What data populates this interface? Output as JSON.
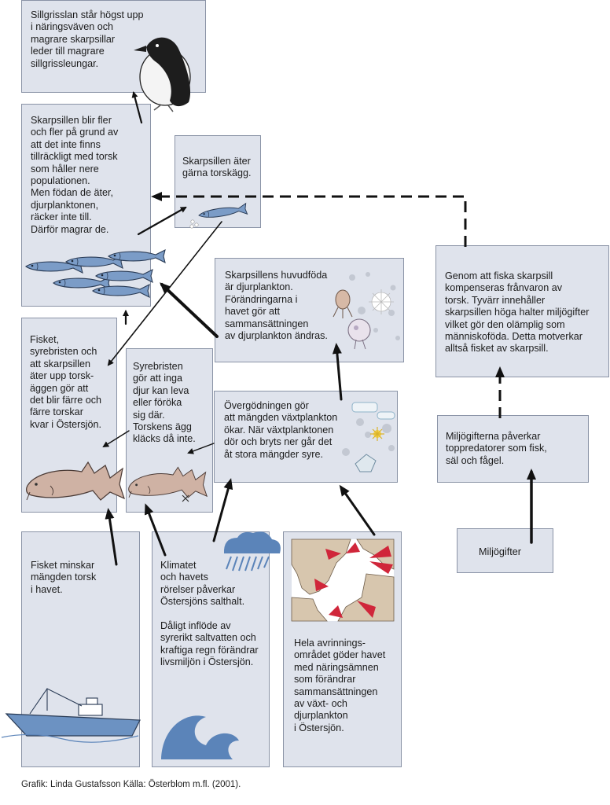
{
  "boxes": {
    "sillgrissla": "Sillgrisslan står högst upp\ni näringsväven och\nmagrare skarpsillar\nleder till magrare\nsillgrissleungar.",
    "skarpsill_fler": "Skarpsillen blir fler\noch fler på grund av\natt det inte finns\ntillräckligt med torsk\nsom håller nere\npopulationen.\nMen födan de äter,\ndjurplanktonen,\nräcker inte till.\nDärför magrar de.",
    "torskagg": "Skarpsillen äter\ngärna torskägg.",
    "huvudfoda": "Skarpsillens huvudföda\när djurplankton.\nFörändringarna i\nhavet gör att\nsammansättningen\nav djurplankton ändras.",
    "fisket_syrebrist": "Fisket,\nsyrebristen och\natt skarpsillen\näter upp torsk-\näggen gör att\ndet blir färre och\nfärre torskar\nkvar i Östersjön.",
    "syrebristen": "Syrebristen\ngör att inga\ndjur kan leva\neller föröka\nsig där.\nTorskens ägg\nkläcks då inte.",
    "overgodningen": "Övergödningen gör\natt mängden växtplankton\nökar. När växtplanktonen\ndör och bryts ner går det\nåt stora mängder syre.",
    "genom_att_fiska": "Genom att fiska skarpsill\nkompenseras frånvaron av\ntorsk. Tyvärr innehåller\nskarpsillen höga halter miljögifter\nvilket gör den olämplig som\nmänniskoföda. Detta motverkar\nalltså fisket av skarpsill.",
    "miljogifterna": "Miljögifterna påverkar\ntoppredatorer som fisk,\nsäl och fågel.",
    "miljogifter": "Miljögifter",
    "fisket_minskar": "Fisket minskar\nmängden torsk\ni havet.",
    "klimatet": "Klimatet\noch havets\nrörelser påverkar\nÖstersjöns salthalt.\n\nDåligt inflöde av\nsyrerikt saltvatten och\nkraftiga regn förändrar\nlivsmiljön i Östersjön.",
    "avrinning": "Hela avrinnings-\nområdet göder havet\nmed näringsämnen\nsom förändrar\nsammansättningen\nav växt- och\ndjurplankton\ni Östersjön."
  },
  "credit": "Grafik: Linda Gustafsson Källa: Österblom m.fl. (2001).",
  "icons": [
    "guillemot-icon",
    "herring-icon",
    "cod-icon",
    "plankton-icon",
    "rain-cloud-icon",
    "wave-icon",
    "fishing-boat-icon",
    "baltic-map-icon"
  ],
  "colors": {
    "box_fill": "#dfe3ec",
    "box_border": "#8a93a6",
    "fish_blue": "#7b9cc7",
    "arrow": "#111111",
    "map_land": "#d7c6ae",
    "runoff_red": "#d0263a",
    "wave_blue": "#5b84b9"
  }
}
